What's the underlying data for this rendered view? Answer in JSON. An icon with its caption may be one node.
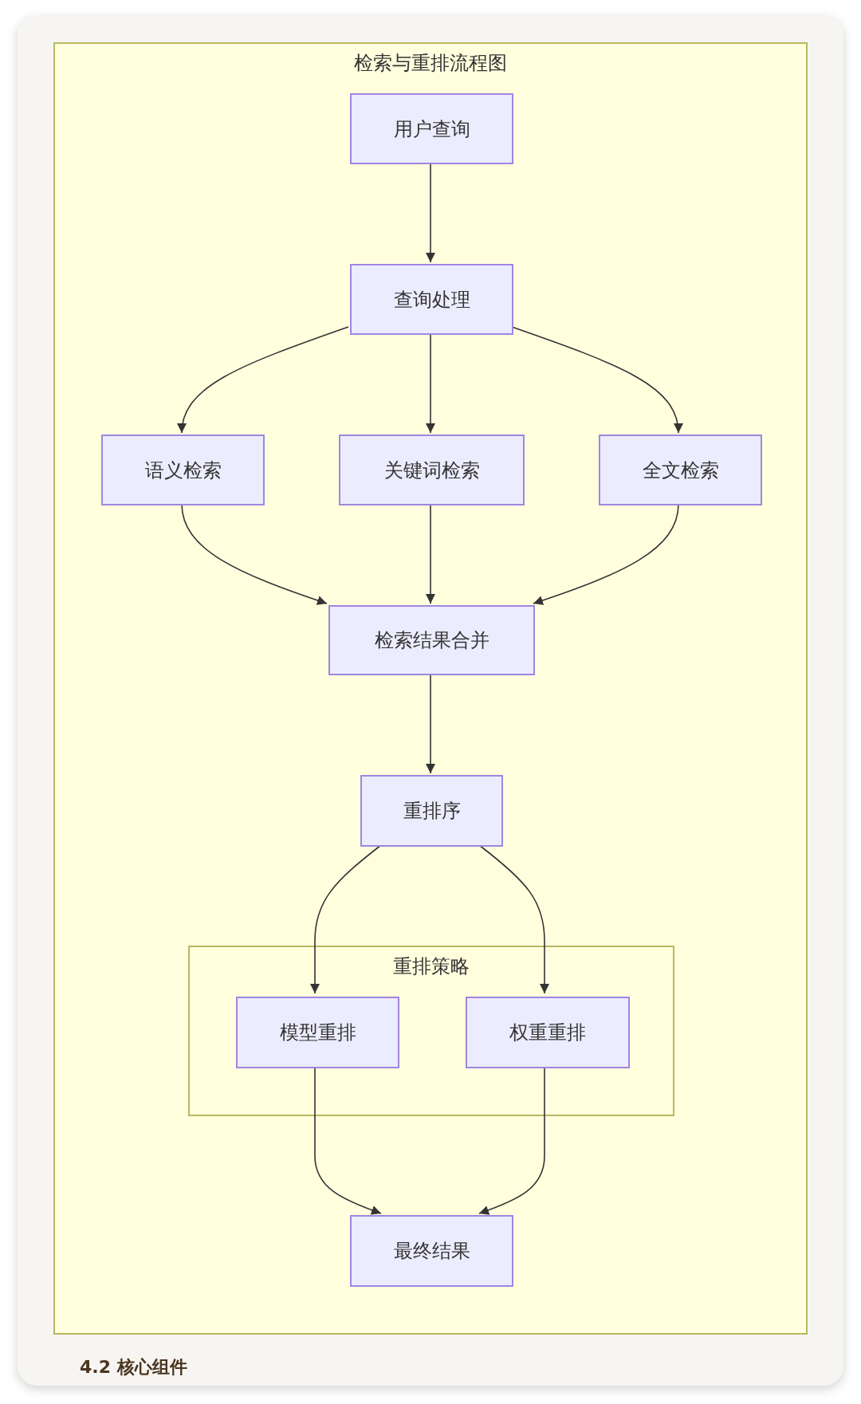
{
  "diagram": {
    "nodes": [
      {
        "text": [
          "检索与重排流程图"
        ]
      },
      {
        "text": [
          "用户查询"
        ],
        "in": 0
      },
      {
        "text": [
          "查询处理"
        ],
        "in": 0
      },
      {
        "text": [
          "语义检索"
        ],
        "in": 0
      },
      {
        "text": [
          "关键词检索"
        ],
        "in": 0
      },
      {
        "text": [
          "全文检索"
        ],
        "in": 0
      },
      {
        "text": [
          "检索结果合并"
        ],
        "in": 0
      },
      {
        "text": [
          "重排序"
        ],
        "in": 0
      },
      {
        "text": [
          "重排策略"
        ],
        "in": 0
      },
      {
        "text": [
          "模型重排"
        ],
        "in": 8
      },
      {
        "text": [
          "权重重排"
        ],
        "in": 8
      },
      {
        "text": [
          "最终结果"
        ],
        "in": 0
      }
    ],
    "edges": [
      {
        "from": 1,
        "to": 2,
        "arrow": "to"
      },
      {
        "from": 2,
        "to": 3,
        "arrow": "to"
      },
      {
        "from": 2,
        "to": 4,
        "arrow": "to"
      },
      {
        "from": 2,
        "to": 5,
        "arrow": "to"
      },
      {
        "from": 3,
        "to": 6,
        "arrow": "to"
      },
      {
        "from": 4,
        "to": 6,
        "arrow": "to"
      },
      {
        "from": 5,
        "to": 6,
        "arrow": "to"
      },
      {
        "from": 6,
        "to": 7,
        "arrow": "to"
      },
      {
        "from": 7,
        "to": 9,
        "arrow": "to"
      },
      {
        "from": 7,
        "to": 10,
        "arrow": "to"
      },
      {
        "from": 9,
        "to": 11,
        "arrow": "to"
      },
      {
        "from": 10,
        "to": 11,
        "arrow": "to"
      }
    ],
    "labels": [
      "4.2 核心组件"
    ]
  }
}
